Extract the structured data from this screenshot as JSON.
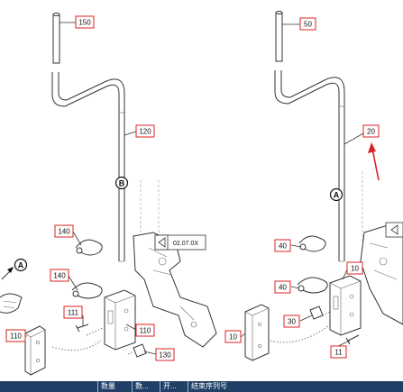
{
  "callouts_left": [
    "150",
    "120",
    "140",
    "140",
    "111",
    "110",
    "110",
    "130"
  ],
  "callouts_right": [
    "50",
    "20",
    "40",
    "40",
    "10",
    "10",
    "30",
    "11"
  ],
  "circle_labels": [
    "B",
    "A",
    "A"
  ],
  "reference_tag": "02.07.0X",
  "table_headers": [
    "数量",
    "数...",
    "开...",
    "结束序列号"
  ],
  "colors": {
    "callout_border": "#dd2222",
    "arrow": "#dd2222",
    "table_header_bg": "#1f3f66"
  }
}
